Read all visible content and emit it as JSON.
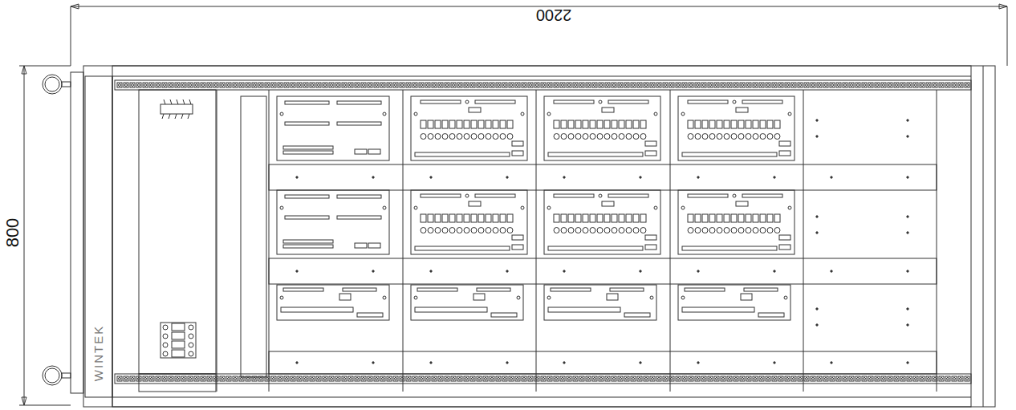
{
  "diagram": {
    "labels": [
      "2200",
      "800",
      "WINTEK"
    ]
  }
}
